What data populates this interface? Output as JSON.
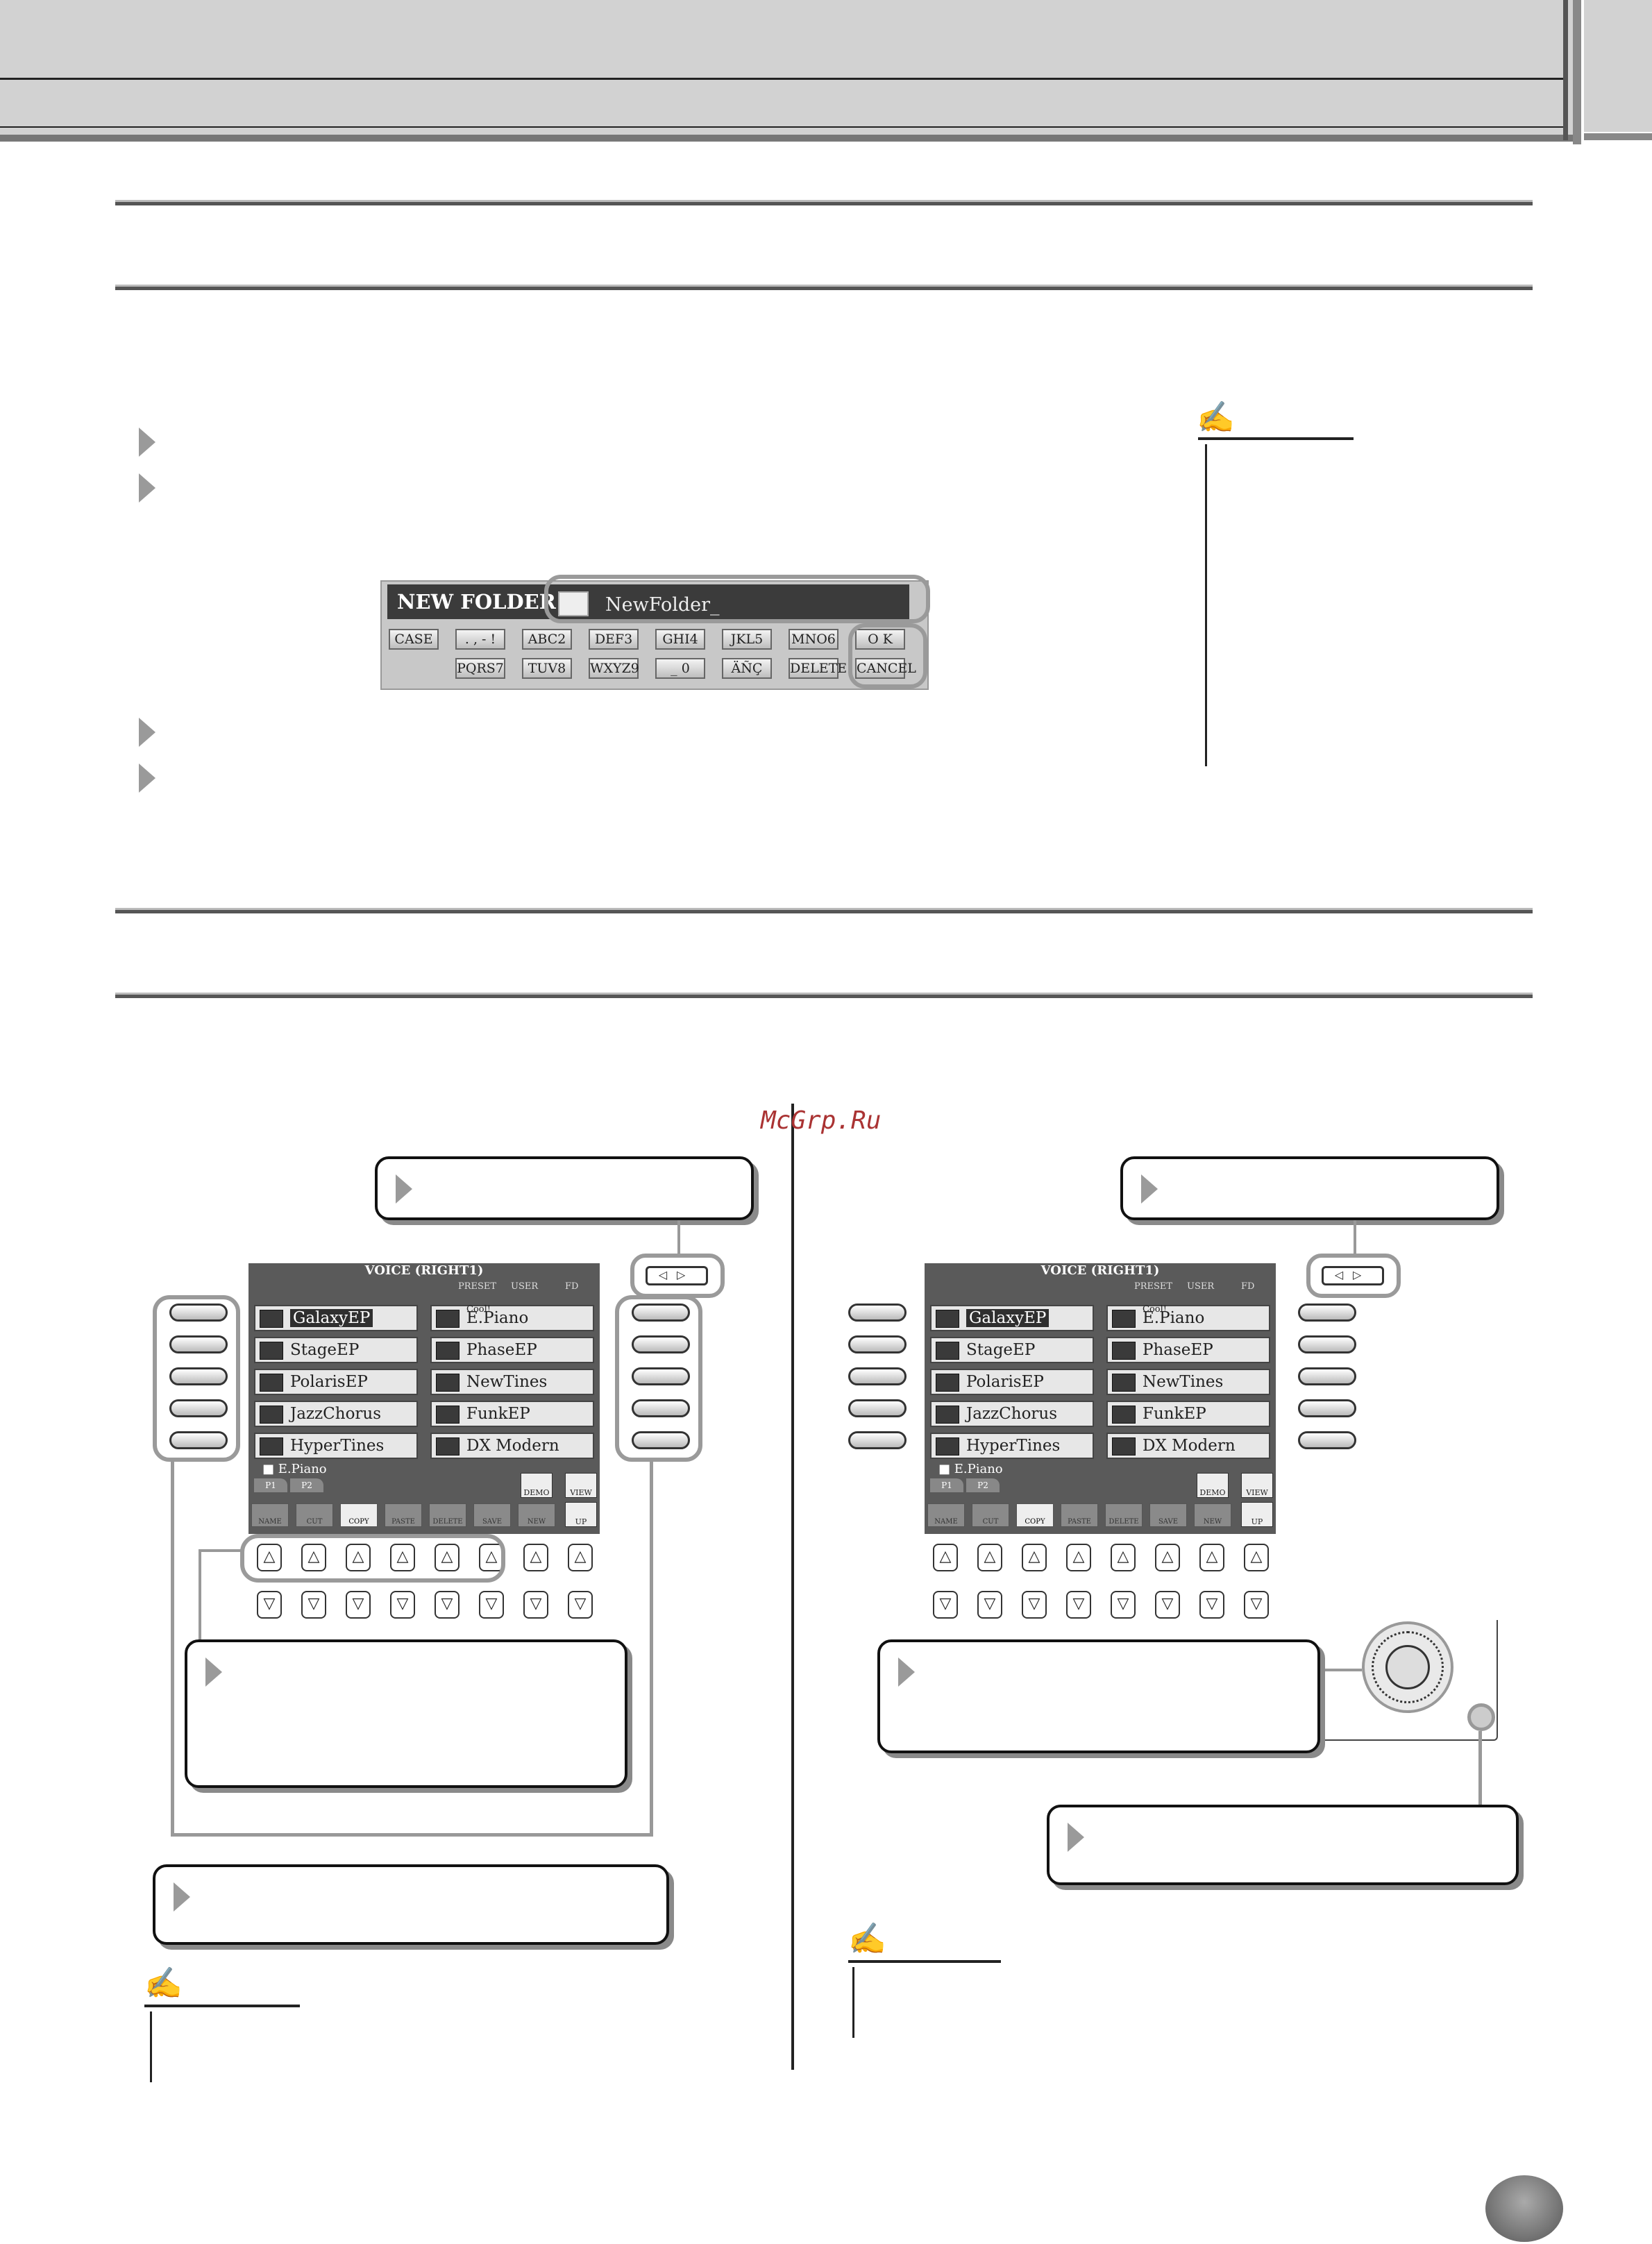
{
  "new_folder": {
    "title": "NEW FOLDER",
    "input_value": "NewFolder_",
    "keys_row1": [
      "CASE",
      ". , - !",
      "ABC2",
      "DEF3",
      "GHI4",
      "JKL5",
      "MNO6",
      "O K"
    ],
    "keys_row2": [
      "PQRS7",
      "TUV8",
      "WXYZ9",
      "_ 0",
      "ÄÑÇ",
      "DELETE",
      "CANCEL"
    ]
  },
  "voice_screen": {
    "title": "VOICE (RIGHT1)",
    "tabs": [
      "PRESET",
      "USER",
      "FD"
    ],
    "col_left": [
      "GalaxyEP",
      "StageEP",
      "PolarisEP",
      "JazzChorus",
      "HyperTines"
    ],
    "col_right": [
      "E.Piano",
      "PhaseEP",
      "NewTines",
      "FunkEP",
      "DX Modern"
    ],
    "cool_tag": "Cool!",
    "folder": "E.Piano",
    "pages": [
      "P1",
      "P2"
    ],
    "demo": "DEMO",
    "view": "VIEW",
    "up": "UP",
    "functions": [
      "NAME",
      "CUT",
      "COPY",
      "PASTE",
      "DELETE",
      "SAVE",
      "NEW"
    ]
  },
  "watermark": "McGrp.Ru",
  "colors": {
    "highlight": "#9a9a9a",
    "screen": "#5a5a5a",
    "watermark": "#aa3333"
  }
}
